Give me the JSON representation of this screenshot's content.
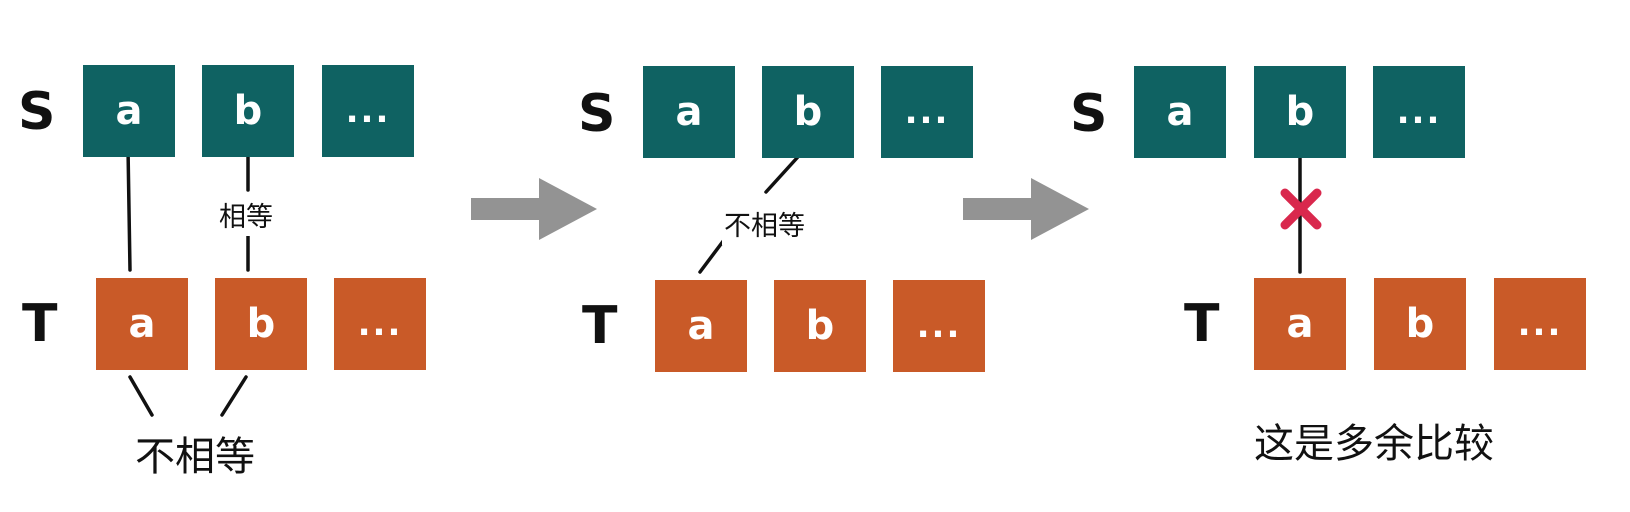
{
  "panels": [
    {
      "s_label": "S",
      "t_label": "T",
      "s_cells": [
        "a",
        "b",
        "..."
      ],
      "t_cells": [
        "a",
        "b",
        "..."
      ],
      "mid_label": "相等",
      "bottom_label": "不相等"
    },
    {
      "s_label": "S",
      "t_label": "T",
      "s_cells": [
        "a",
        "b",
        "..."
      ],
      "t_cells": [
        "a",
        "b",
        "..."
      ],
      "mid_label": "不相等"
    },
    {
      "s_label": "S",
      "t_label": "T",
      "s_cells": [
        "a",
        "b",
        "..."
      ],
      "t_cells": [
        "a",
        "b",
        "..."
      ],
      "bottom_label": "这是多余比较"
    }
  ],
  "colors": {
    "s_box": "#0f6262",
    "t_box": "#c95a28",
    "arrow": "#939393",
    "cross": "#d9284d"
  }
}
